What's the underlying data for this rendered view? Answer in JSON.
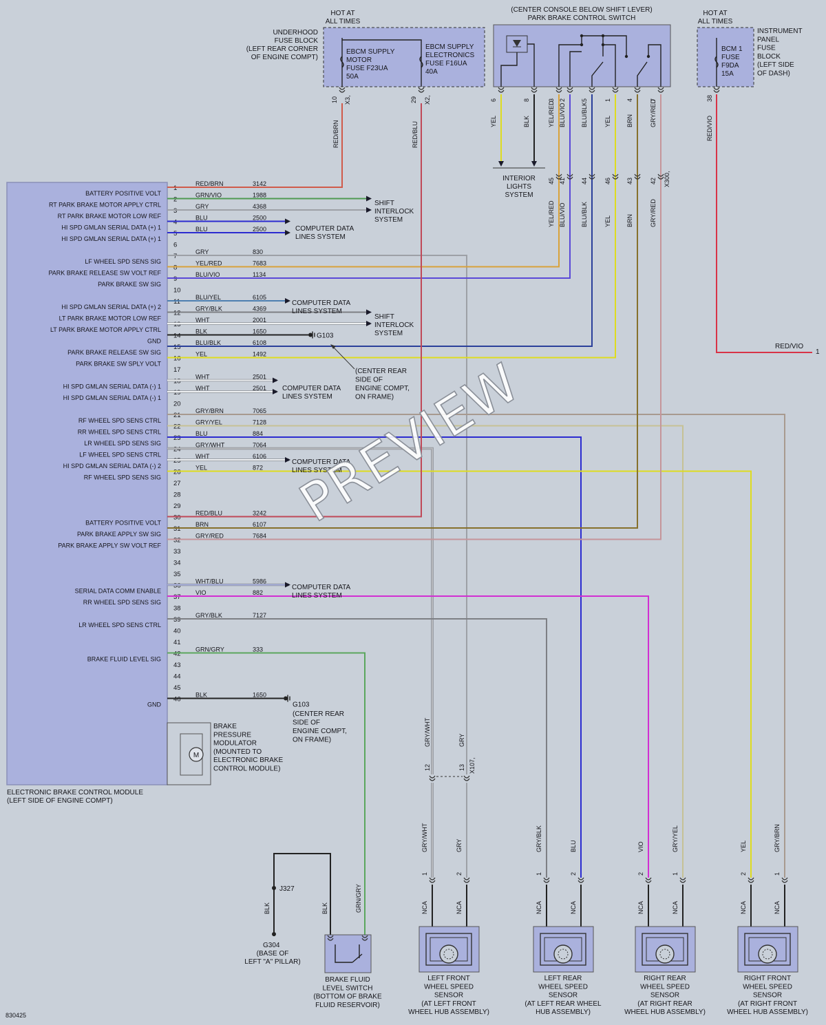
{
  "diagram_id": "830425",
  "watermark": "PREVIEW",
  "colors": {
    "RED/BRN": "#d05a4a",
    "GRN/VIO": "#4f9a52",
    "GRY": "#9da0a6",
    "BLU": "#2b2bd0",
    "YEL/RED": "#d9a23a",
    "BLU/VIO": "#5a48d8",
    "BLU/YEL": "#4d7fb0",
    "GRY/BLK": "#7d7f84",
    "WHT": "#eef0f2",
    "BLK": "#222222",
    "BLU/BLK": "#2a3f9a",
    "YEL": "#dedc1e",
    "GRY/BRN": "#a89a8f",
    "GRY/YEL": "#c6c295",
    "GRY/WHT": "#b7b9bd",
    "RED/BLU": "#c04858",
    "BRN": "#86702c",
    "GRY/RED": "#c5959a",
    "WHT/BLU": "#a9b1e0",
    "VIO": "#d22ed2",
    "GRN/GRY": "#5aa65d",
    "RED/VIO": "#d83346",
    "module_fill": "#aab1dd",
    "module_border": "#8a8fb8"
  },
  "module": {
    "name_lines": [
      "ELECTRONIC BRAKE CONTROL MODULE",
      "(LEFT SIDE OF ENGINE COMPT)"
    ],
    "pins": [
      {
        "n": "1",
        "label": "BATTERY POSITIVE VOLT",
        "color": "RED/BRN",
        "circuit": "3142"
      },
      {
        "n": "2",
        "label": "RT PARK BRAKE MOTOR APPLY CTRL",
        "color": "GRN/VIO",
        "circuit": "1988"
      },
      {
        "n": "3",
        "label": "RT PARK BRAKE MOTOR LOW REF",
        "color": "GRY",
        "circuit": "4368"
      },
      {
        "n": "4",
        "label": "HI SPD GMLAN SERIAL DATA (+) 1",
        "color": "BLU",
        "circuit": "2500"
      },
      {
        "n": "5",
        "label": "HI SPD GMLAN SERIAL DATA (+) 1",
        "color": "BLU",
        "circuit": "2500"
      },
      {
        "n": "6",
        "label": "",
        "color": "",
        "circuit": ""
      },
      {
        "n": "7",
        "label": "LF WHEEL SPD SENS SIG",
        "color": "GRY",
        "circuit": "830"
      },
      {
        "n": "8",
        "label": "PARK BRAKE RELEASE SW VOLT REF",
        "color": "YEL/RED",
        "circuit": "7683"
      },
      {
        "n": "9",
        "label": "PARK BRAKE SW SIG",
        "color": "BLU/VIO",
        "circuit": "1134"
      },
      {
        "n": "10",
        "label": "",
        "color": "",
        "circuit": ""
      },
      {
        "n": "11",
        "label": "HI SPD GMLAN SERIAL DATA (+) 2",
        "color": "BLU/YEL",
        "circuit": "6105"
      },
      {
        "n": "12",
        "label": "LT PARK BRAKE MOTOR LOW REF",
        "color": "GRY/BLK",
        "circuit": "4369"
      },
      {
        "n": "13",
        "label": "LT PARK BRAKE MOTOR APPLY CTRL",
        "color": "WHT",
        "circuit": "2001"
      },
      {
        "n": "14",
        "label": "GND",
        "color": "BLK",
        "circuit": "1650"
      },
      {
        "n": "15",
        "label": "PARK BRAKE RELEASE SW SIG",
        "color": "BLU/BLK",
        "circuit": "6108"
      },
      {
        "n": "16",
        "label": "PARK BRAKE SW SPLY VOLT",
        "color": "YEL",
        "circuit": "1492"
      },
      {
        "n": "17",
        "label": "",
        "color": "",
        "circuit": ""
      },
      {
        "n": "18",
        "label": "HI SPD GMLAN SERIAL DATA (-) 1",
        "color": "WHT",
        "circuit": "2501"
      },
      {
        "n": "19",
        "label": "HI SPD GMLAN SERIAL DATA (-) 1",
        "color": "WHT",
        "circuit": "2501"
      },
      {
        "n": "20",
        "label": "",
        "color": "",
        "circuit": ""
      },
      {
        "n": "21",
        "label": "RF WHEEL SPD SENS CTRL",
        "color": "GRY/BRN",
        "circuit": "7065"
      },
      {
        "n": "22",
        "label": "RR WHEEL SPD SENS CTRL",
        "color": "GRY/YEL",
        "circuit": "7128"
      },
      {
        "n": "23",
        "label": "LR WHEEL SPD SENS SIG",
        "color": "BLU",
        "circuit": "884"
      },
      {
        "n": "24",
        "label": "LF WHEEL SPD SENS CTRL",
        "color": "GRY/WHT",
        "circuit": "7064"
      },
      {
        "n": "25",
        "label": "HI SPD GMLAN SERIAL DATA (-) 2",
        "color": "WHT",
        "circuit": "6106"
      },
      {
        "n": "26",
        "label": "RF WHEEL SPD SENS SIG",
        "color": "YEL",
        "circuit": "872"
      },
      {
        "n": "27",
        "label": "",
        "color": "",
        "circuit": ""
      },
      {
        "n": "28",
        "label": "",
        "color": "",
        "circuit": ""
      },
      {
        "n": "29",
        "label": "",
        "color": "",
        "circuit": ""
      },
      {
        "n": "30",
        "label": "BATTERY POSITIVE VOLT",
        "color": "RED/BLU",
        "circuit": "3242"
      },
      {
        "n": "31",
        "label": "PARK BRAKE APPLY SW SIG",
        "color": "BRN",
        "circuit": "6107"
      },
      {
        "n": "32",
        "label": "PARK BRAKE APPLY SW VOLT REF",
        "color": "GRY/RED",
        "circuit": "7684"
      },
      {
        "n": "33",
        "label": "",
        "color": "",
        "circuit": ""
      },
      {
        "n": "34",
        "label": "",
        "color": "",
        "circuit": ""
      },
      {
        "n": "35",
        "label": "",
        "color": "",
        "circuit": ""
      },
      {
        "n": "36",
        "label": "SERIAL DATA COMM ENABLE",
        "color": "WHT/BLU",
        "circuit": "5986"
      },
      {
        "n": "37",
        "label": "RR WHEEL SPD SENS SIG",
        "color": "VIO",
        "circuit": "882"
      },
      {
        "n": "38",
        "label": "",
        "color": "",
        "circuit": ""
      },
      {
        "n": "39",
        "label": "LR WHEEL SPD SENS CTRL",
        "color": "GRY/BLK",
        "circuit": "7127"
      },
      {
        "n": "40",
        "label": "",
        "color": "",
        "circuit": ""
      },
      {
        "n": "41",
        "label": "",
        "color": "",
        "circuit": ""
      },
      {
        "n": "42",
        "label": "BRAKE FLUID LEVEL SIG",
        "color": "GRN/GRY",
        "circuit": "333"
      },
      {
        "n": "43",
        "label": "",
        "color": "",
        "circuit": ""
      },
      {
        "n": "44",
        "label": "",
        "color": "",
        "circuit": ""
      },
      {
        "n": "45",
        "label": "",
        "color": "",
        "circuit": ""
      },
      {
        "n": "46",
        "label": "GND",
        "color": "BLK",
        "circuit": "1650"
      }
    ]
  },
  "modulator_lines": [
    "BRAKE",
    "PRESSURE",
    "MODULATOR",
    "(MOUNTED TO",
    "ELECTRONIC BRAKE",
    "CONTROL MODULE)"
  ],
  "motor_letter": "M",
  "refs": {
    "computer_data": [
      "COMPUTER DATA",
      "LINES SYSTEM"
    ],
    "shift_interlock": [
      "SHIFT",
      "INTERLOCK",
      "SYSTEM"
    ],
    "interior_lights": [
      "INTERIOR",
      "LIGHTS",
      "SYSTEM"
    ],
    "g103": "G103",
    "g103_note": [
      "(CENTER REAR",
      "SIDE OF",
      "ENGINE COMPT,",
      "ON FRAME)"
    ],
    "g103_note_b": [
      "(CENTER REAR",
      "SIDE OF",
      "ENGINE COMPT,",
      "ON FRAME)"
    ]
  },
  "underhood_block": {
    "hot": [
      "HOT AT",
      "ALL TIMES"
    ],
    "location": [
      "UNDERHOOD",
      "FUSE BLOCK",
      "(LEFT REAR CORNER",
      "OF ENGINE COMPT)"
    ],
    "fuse1": [
      "EBCM SUPPLY",
      "MOTOR",
      "FUSE F23UA",
      "50A"
    ],
    "fuse2": [
      "EBCM SUPPLY",
      "ELECTRONICS",
      "FUSE F16UA",
      "40A"
    ],
    "pin1": "10",
    "conn1": "X3,",
    "pin2": "29",
    "conn2": "X2,",
    "wire1": "RED/BRN",
    "wire2": "RED/BLU"
  },
  "park_switch": {
    "title": [
      "(CENTER CONSOLE BELOW SHIFT LEVER)",
      "PARK BRAKE CONTROL SWITCH"
    ],
    "pins": [
      {
        "n": "6",
        "color": "YEL"
      },
      {
        "n": "8",
        "color": "BLK"
      },
      {
        "n": "3",
        "color": "YEL/RED"
      },
      {
        "n": "2",
        "color": "BLU/VIO"
      },
      {
        "n": "5",
        "color": "BLU/BLK"
      },
      {
        "n": "1",
        "color": "YEL"
      },
      {
        "n": "4",
        "color": "BRN"
      },
      {
        "n": "7",
        "color": "GRY/RED"
      }
    ],
    "inline_pins": [
      "45",
      "41",
      "44",
      "46",
      "43",
      "42"
    ],
    "inline_conn": "X300,"
  },
  "ip_block": {
    "hot": [
      "HOT AT",
      "ALL TIMES"
    ],
    "fuse": [
      "BCM 1",
      "FUSE",
      "F9DA",
      "15A"
    ],
    "location": [
      "INSTRUMENT",
      "PANEL",
      "FUSE",
      "BLOCK",
      "(LEFT SIDE",
      "OF DASH)"
    ],
    "pin": "38",
    "wire": "RED/VIO",
    "ref": "RED/VIO",
    "ref_page": "1"
  },
  "inline_x107": {
    "pin_a": "12",
    "pin_b": "13",
    "conn": "X107,",
    "wire_a": "GRY/WHT",
    "wire_b": "GRY"
  },
  "fluid_switch": {
    "splice": "J327",
    "ground": "G304",
    "ground_note": [
      "(BASE OF",
      "LEFT \"A\" PILLAR)"
    ],
    "wire_gnd": "BLK",
    "wire_sig": "GRN/GRY",
    "wire_sw": "BLK",
    "name": [
      "BRAKE FLUID",
      "LEVEL SWITCH",
      "(BOTTOM OF BRAKE",
      "FLUID RESERVOIR)"
    ]
  },
  "sensors": [
    {
      "name": [
        "LEFT FRONT",
        "WHEEL SPEED",
        "SENSOR",
        "(AT LEFT FRONT",
        "WHEEL HUB ASSEMBLY)"
      ],
      "wires": [
        "GRY/WHT",
        "GRY"
      ],
      "pins": [
        "1",
        "2"
      ],
      "nca": "NCA"
    },
    {
      "name": [
        "LEFT REAR",
        "WHEEL SPEED",
        "SENSOR",
        "(AT LEFT REAR WHEEL",
        "HUB ASSEMBLY)"
      ],
      "wires": [
        "GRY/BLK",
        "BLU"
      ],
      "pins": [
        "1",
        "2"
      ],
      "nca": "NCA"
    },
    {
      "name": [
        "RIGHT REAR",
        "WHEEL SPEED",
        "SENSOR",
        "(AT RIGHT REAR",
        "WHEEL HUB ASSEMBLY)"
      ],
      "wires": [
        "VIO",
        "GRY/YEL"
      ],
      "pins": [
        "2",
        "1"
      ],
      "nca": "NCA"
    },
    {
      "name": [
        "RIGHT FRONT",
        "WHEEL SPEED",
        "SENSOR",
        "(AT RIGHT FRONT",
        "WHEEL HUB ASSEMBLY)"
      ],
      "wires": [
        "YEL",
        "GRY/BRN"
      ],
      "pins": [
        "2",
        "1"
      ],
      "nca": "NCA"
    }
  ]
}
